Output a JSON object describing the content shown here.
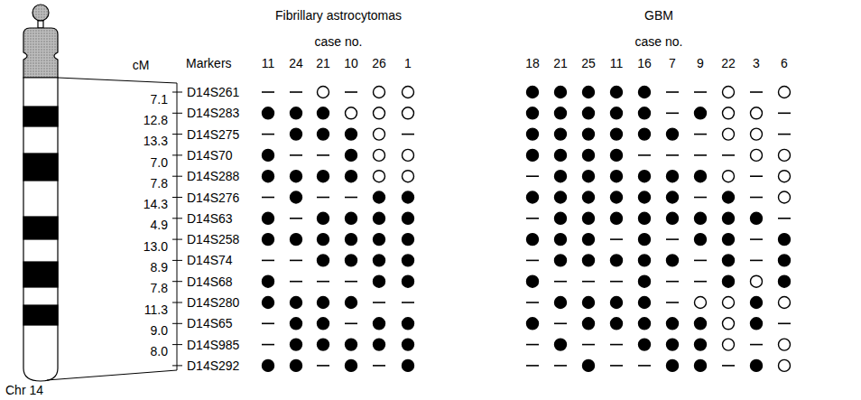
{
  "diagram": {
    "labels": [
      "Fibrillary astrocytomas",
      "GBM",
      "case no.",
      "case no.",
      "cM",
      "Markers",
      "11",
      "24",
      "21",
      "10",
      "26",
      "1",
      "18",
      "21",
      "25",
      "11",
      "16",
      "7",
      "9",
      "22",
      "3",
      "6",
      "D14S261",
      "D14S283",
      "D14S275",
      "D14S70",
      "D14S288",
      "D14S276",
      "D14S63",
      "D14S258",
      "D14S74",
      "D14S68",
      "D14S280",
      "D14S65",
      "D14S985",
      "D14S292",
      "7.1",
      "12.8",
      "13.3",
      "7.0",
      "7.8",
      "14.3",
      "4.9",
      "13.0",
      "8.9",
      "7.8",
      "11.3",
      "9.0",
      "8.0",
      "Chr 14"
    ]
  }
}
